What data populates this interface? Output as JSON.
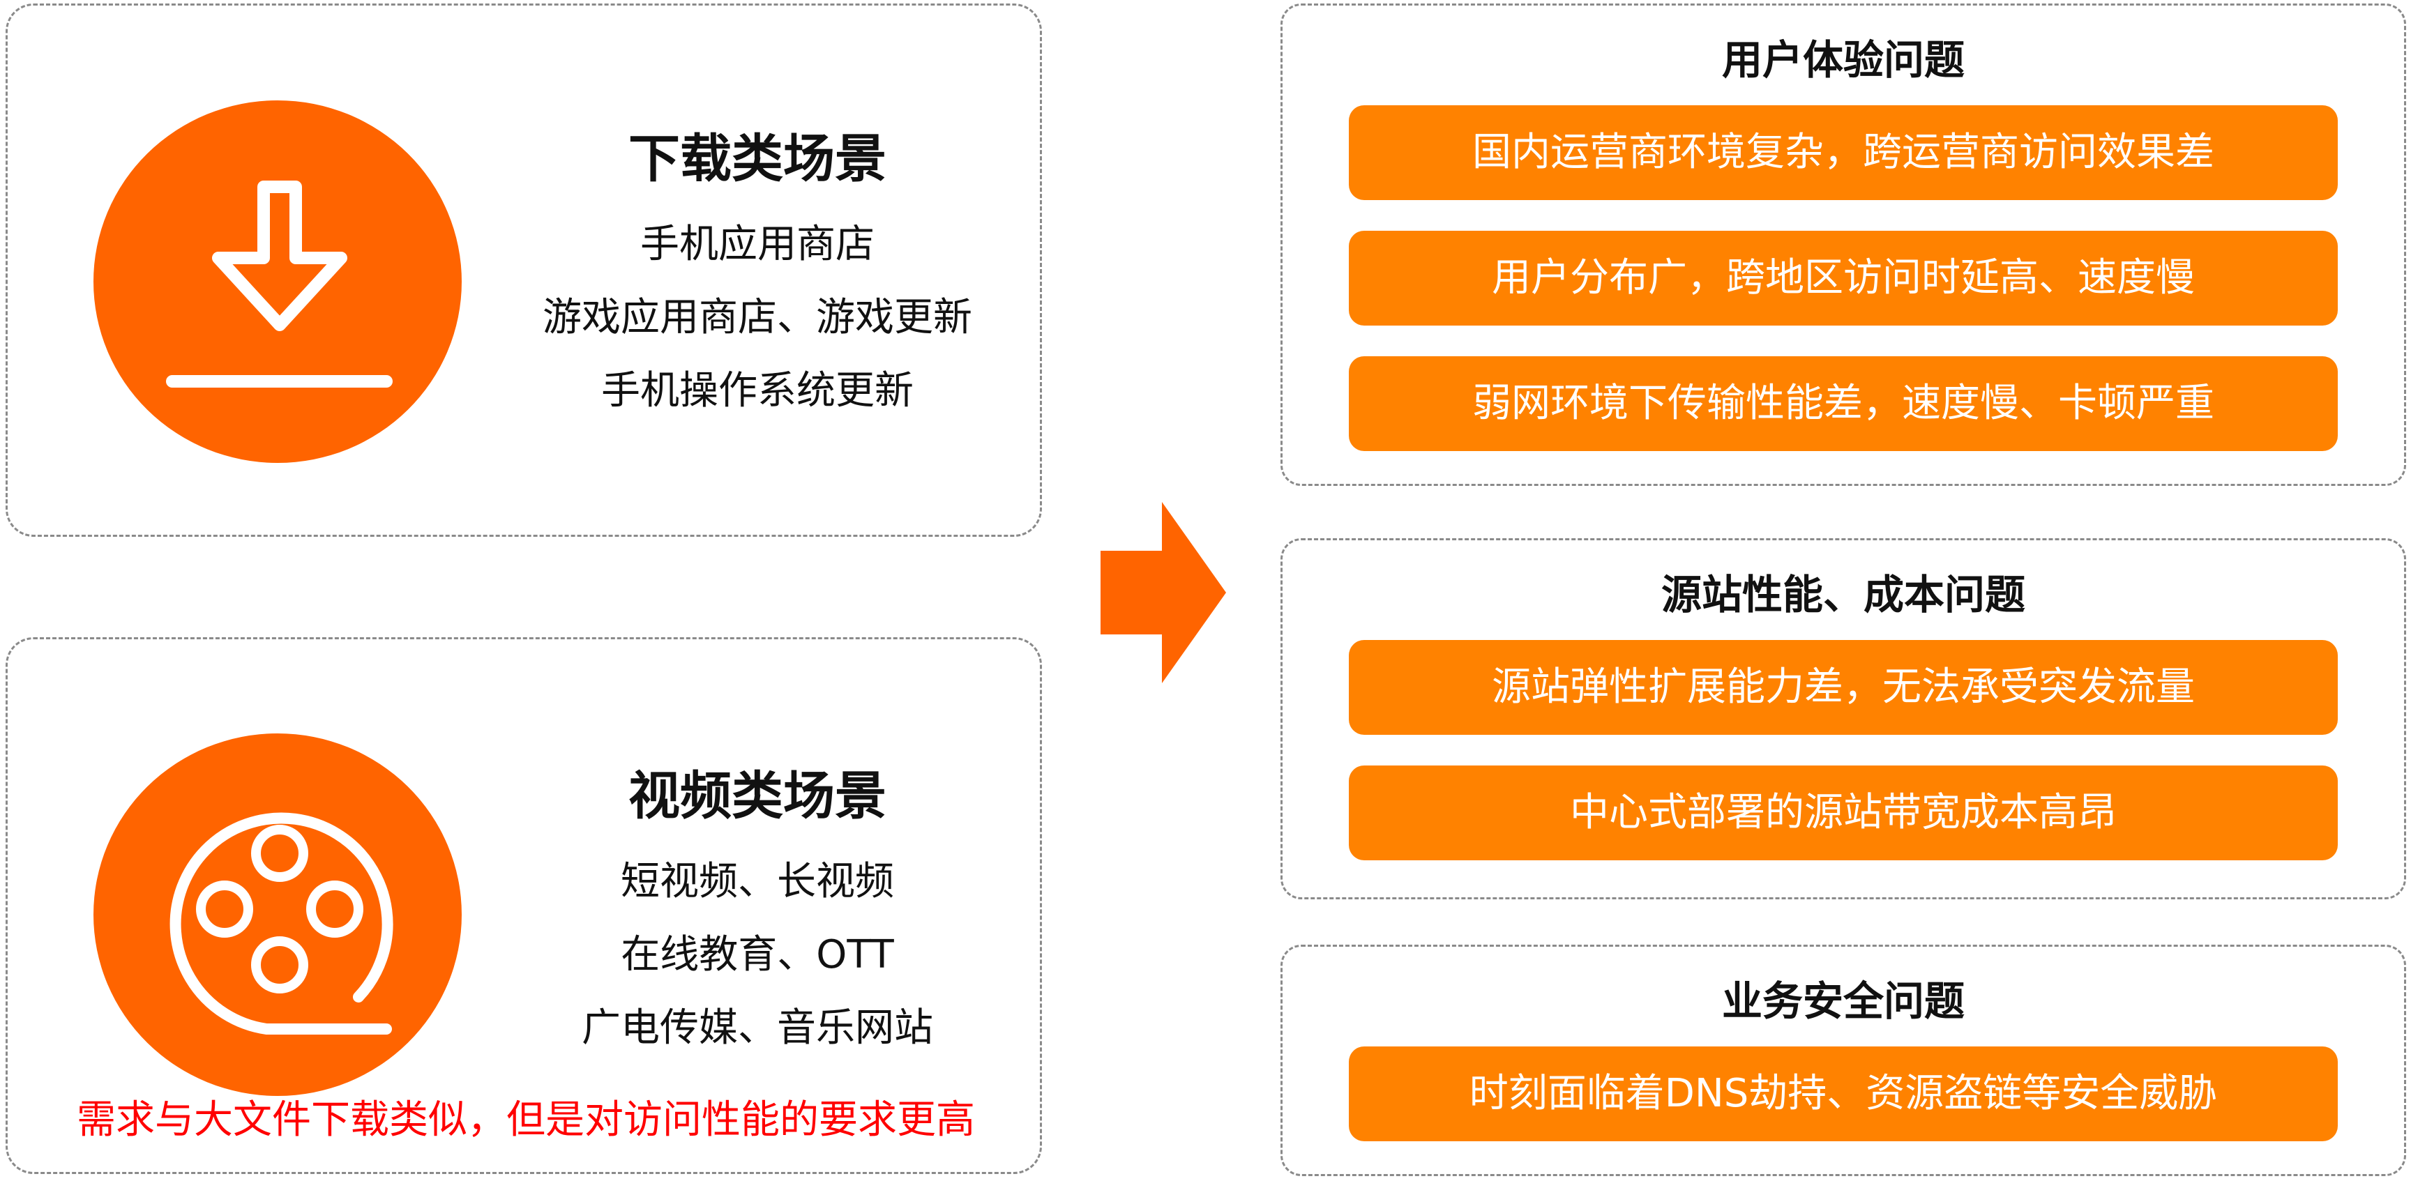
{
  "scenes": {
    "download": {
      "title": "下载类场景",
      "lines": [
        "手机应用商店",
        "游戏应用商店、游戏更新",
        "手机操作系统更新"
      ],
      "icon": "download-icon"
    },
    "video": {
      "title": "视频类场景",
      "lines": [
        "短视频、长视频",
        "在线教育、OTT",
        "广电传媒、音乐网站"
      ],
      "note": "需求与大文件下载类似，但是对访问性能的要求更高",
      "icon": "film-reel-icon"
    }
  },
  "issues": {
    "ux": {
      "title": "用户体验问题",
      "items": [
        "国内运营商环境复杂，跨运营商访问效果差",
        "用户分布广，跨地区访问时延高、速度慢",
        "弱网环境下传输性能差，速度慢、卡顿严重"
      ]
    },
    "origin": {
      "title": "源站性能、成本问题",
      "items": [
        "源站弹性扩展能力差，无法承受突发流量",
        "中心式部署的源站带宽成本高昂"
      ]
    },
    "security": {
      "title": "业务安全问题",
      "items": [
        "时刻面临着DNS劫持、资源盗链等安全威胁"
      ]
    }
  },
  "colors": {
    "accent": "#ff6400",
    "item_fill": "#ff8200",
    "note_text": "#ff0000",
    "border": "#8a8a8a"
  }
}
